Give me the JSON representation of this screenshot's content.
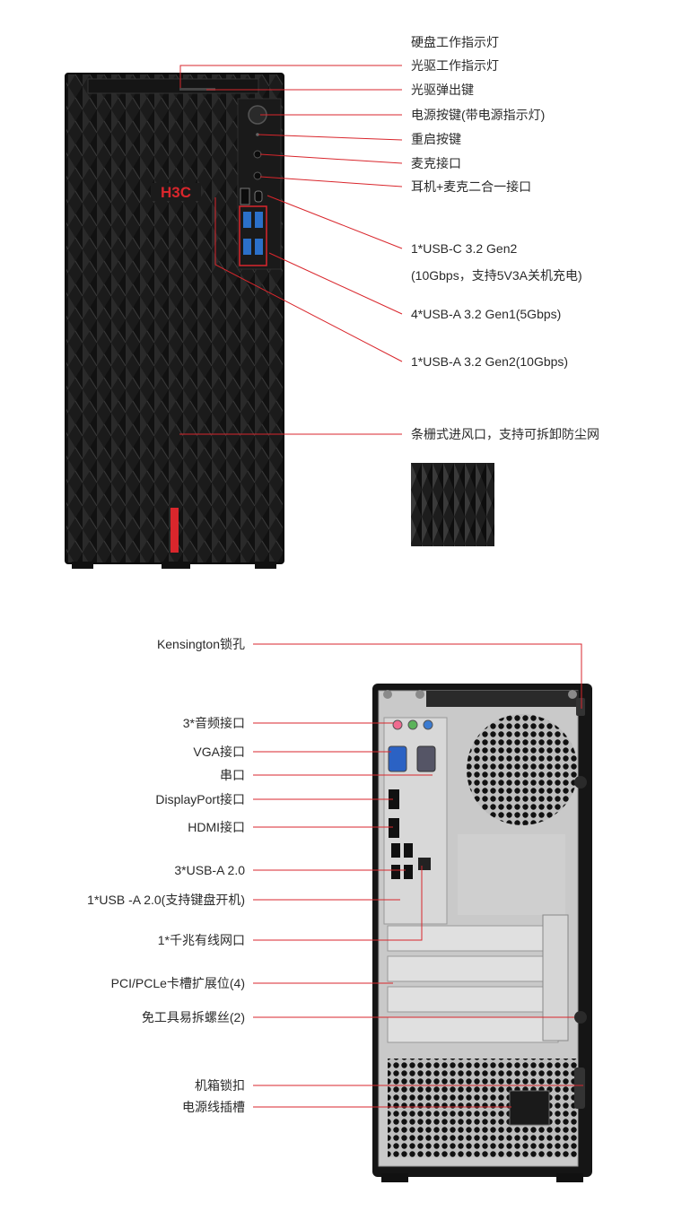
{
  "front": {
    "logo": "H3C",
    "labels": {
      "hdd_led": "硬盘工作指示灯",
      "odd_led": "光驱工作指示灯",
      "odd_eject": "光驱弹出键",
      "power_btn": "电源按键(带电源指示灯)",
      "reset_btn": "重启按键",
      "mic": "麦克接口",
      "combo_audio": "耳机+麦克二合一接口",
      "usbc_line1": "1*USB-C 3.2 Gen2",
      "usbc_line2": "(10Gbps，支持5V3A关机充电)",
      "usba_gen1": "4*USB-A 3.2 Gen1(5Gbps)",
      "usba_gen2": "1*USB-A 3.2 Gen2(10Gbps)",
      "vent": "条栅式进风口，支持可拆卸防尘网"
    }
  },
  "rear": {
    "labels": {
      "kensington": "Kensington锁孔",
      "audio": "3*音频接口",
      "vga": "VGA接口",
      "serial": "串口",
      "displayport": "DisplayPort接口",
      "hdmi": "HDMI接口",
      "usba": "3*USB-A 2.0",
      "usba_kb": "1*USB -A  2.0(支持键盘开机)",
      "lan": "1*千兆有线网口",
      "pcie": "PCI/PCLe卡槽扩展位(4)",
      "screws": "免工具易拆螺丝(2)",
      "lock": "机箱锁扣",
      "power_socket": "电源线插槽"
    }
  },
  "colors": {
    "accent_red": "#d9262c",
    "chassis": "#1c1c1c",
    "panel": "#c9c9c9"
  }
}
